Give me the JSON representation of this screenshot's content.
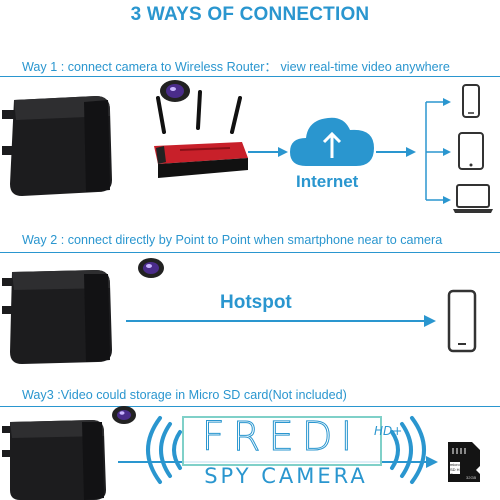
{
  "title": "3 WAYS OF CONNECTION",
  "way1": {
    "text": "Way 1 : connect camera to Wireless Router： view real-time video anywhere",
    "cloud_label": "Internet"
  },
  "way2": {
    "text": "Way 2 : connect directly by Point to Point when smartphone near to camera",
    "link_label": "Hotspot"
  },
  "way3": {
    "text": "Way3 :Video could storage in Micro SD card(Not included)"
  },
  "watermark": {
    "brand": "FREDI",
    "badge": "HD+",
    "subtitle": "SPY CAMERA"
  },
  "sd_card": {
    "label": "micro SD HC",
    "capacity": "32GB"
  },
  "colors": {
    "accent": "#2a96cf",
    "device_body": "#1c1c1e",
    "router_red": "#c8202a",
    "cloud_blue": "#2a96cf"
  }
}
